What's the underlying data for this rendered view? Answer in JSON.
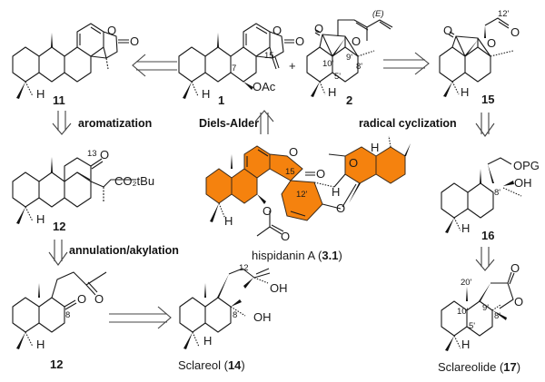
{
  "scheme": {
    "title": "Retrosynthetic analysis of hispidanin A",
    "highlight_color": "#f5820e",
    "center": {
      "name": "hispidanin A",
      "id": "3.1",
      "labels": {
        "c15": "15",
        "c12p": "12'",
        "o": "O"
      }
    },
    "compounds": [
      {
        "key": "c11",
        "id": "11",
        "labels": {
          "o": "O",
          "h": "H"
        }
      },
      {
        "key": "c1",
        "id": "1",
        "labels": {
          "c7": "7",
          "c15": "15",
          "oac": "OAc",
          "h": "H"
        }
      },
      {
        "key": "c2",
        "id": "2",
        "labels": {
          "e": "(E)",
          "c10p": "10'",
          "c9p": "9'",
          "c8p": "8'",
          "c5p": "5'",
          "h": "H"
        }
      },
      {
        "key": "c15",
        "id": "15",
        "labels": {
          "c12p": "12'",
          "h": "H"
        }
      },
      {
        "key": "c12a",
        "id": "12",
        "labels": {
          "c13": "13",
          "co2tbu": "CO₂tBu",
          "h": "H"
        }
      },
      {
        "key": "c16",
        "id": "16",
        "labels": {
          "opg": "OPG",
          "oh": "OH",
          "c8p": "8'",
          "h": "H"
        }
      },
      {
        "key": "c12b",
        "id": "12",
        "labels": {
          "c8": "8",
          "h": "H"
        }
      },
      {
        "key": "c14",
        "name": "Sclareol",
        "id": "14",
        "labels": {
          "c12": "12",
          "c8": "8",
          "oh": "OH",
          "h": "H"
        }
      },
      {
        "key": "c17",
        "name": "Sclareolide",
        "id": "17",
        "labels": {
          "c20p": "20'",
          "c10p": "10'",
          "c9p": "9'",
          "c8p": "8'",
          "c5p": "5'",
          "h": "H"
        }
      }
    ],
    "plus": "+",
    "steps": {
      "aromatization": "aromatization",
      "diels_alder": "Diels-Alder",
      "radical": "radical cyclization",
      "annulation": "annulation/akylation"
    },
    "paren_open": "(",
    "paren_close": ")"
  }
}
